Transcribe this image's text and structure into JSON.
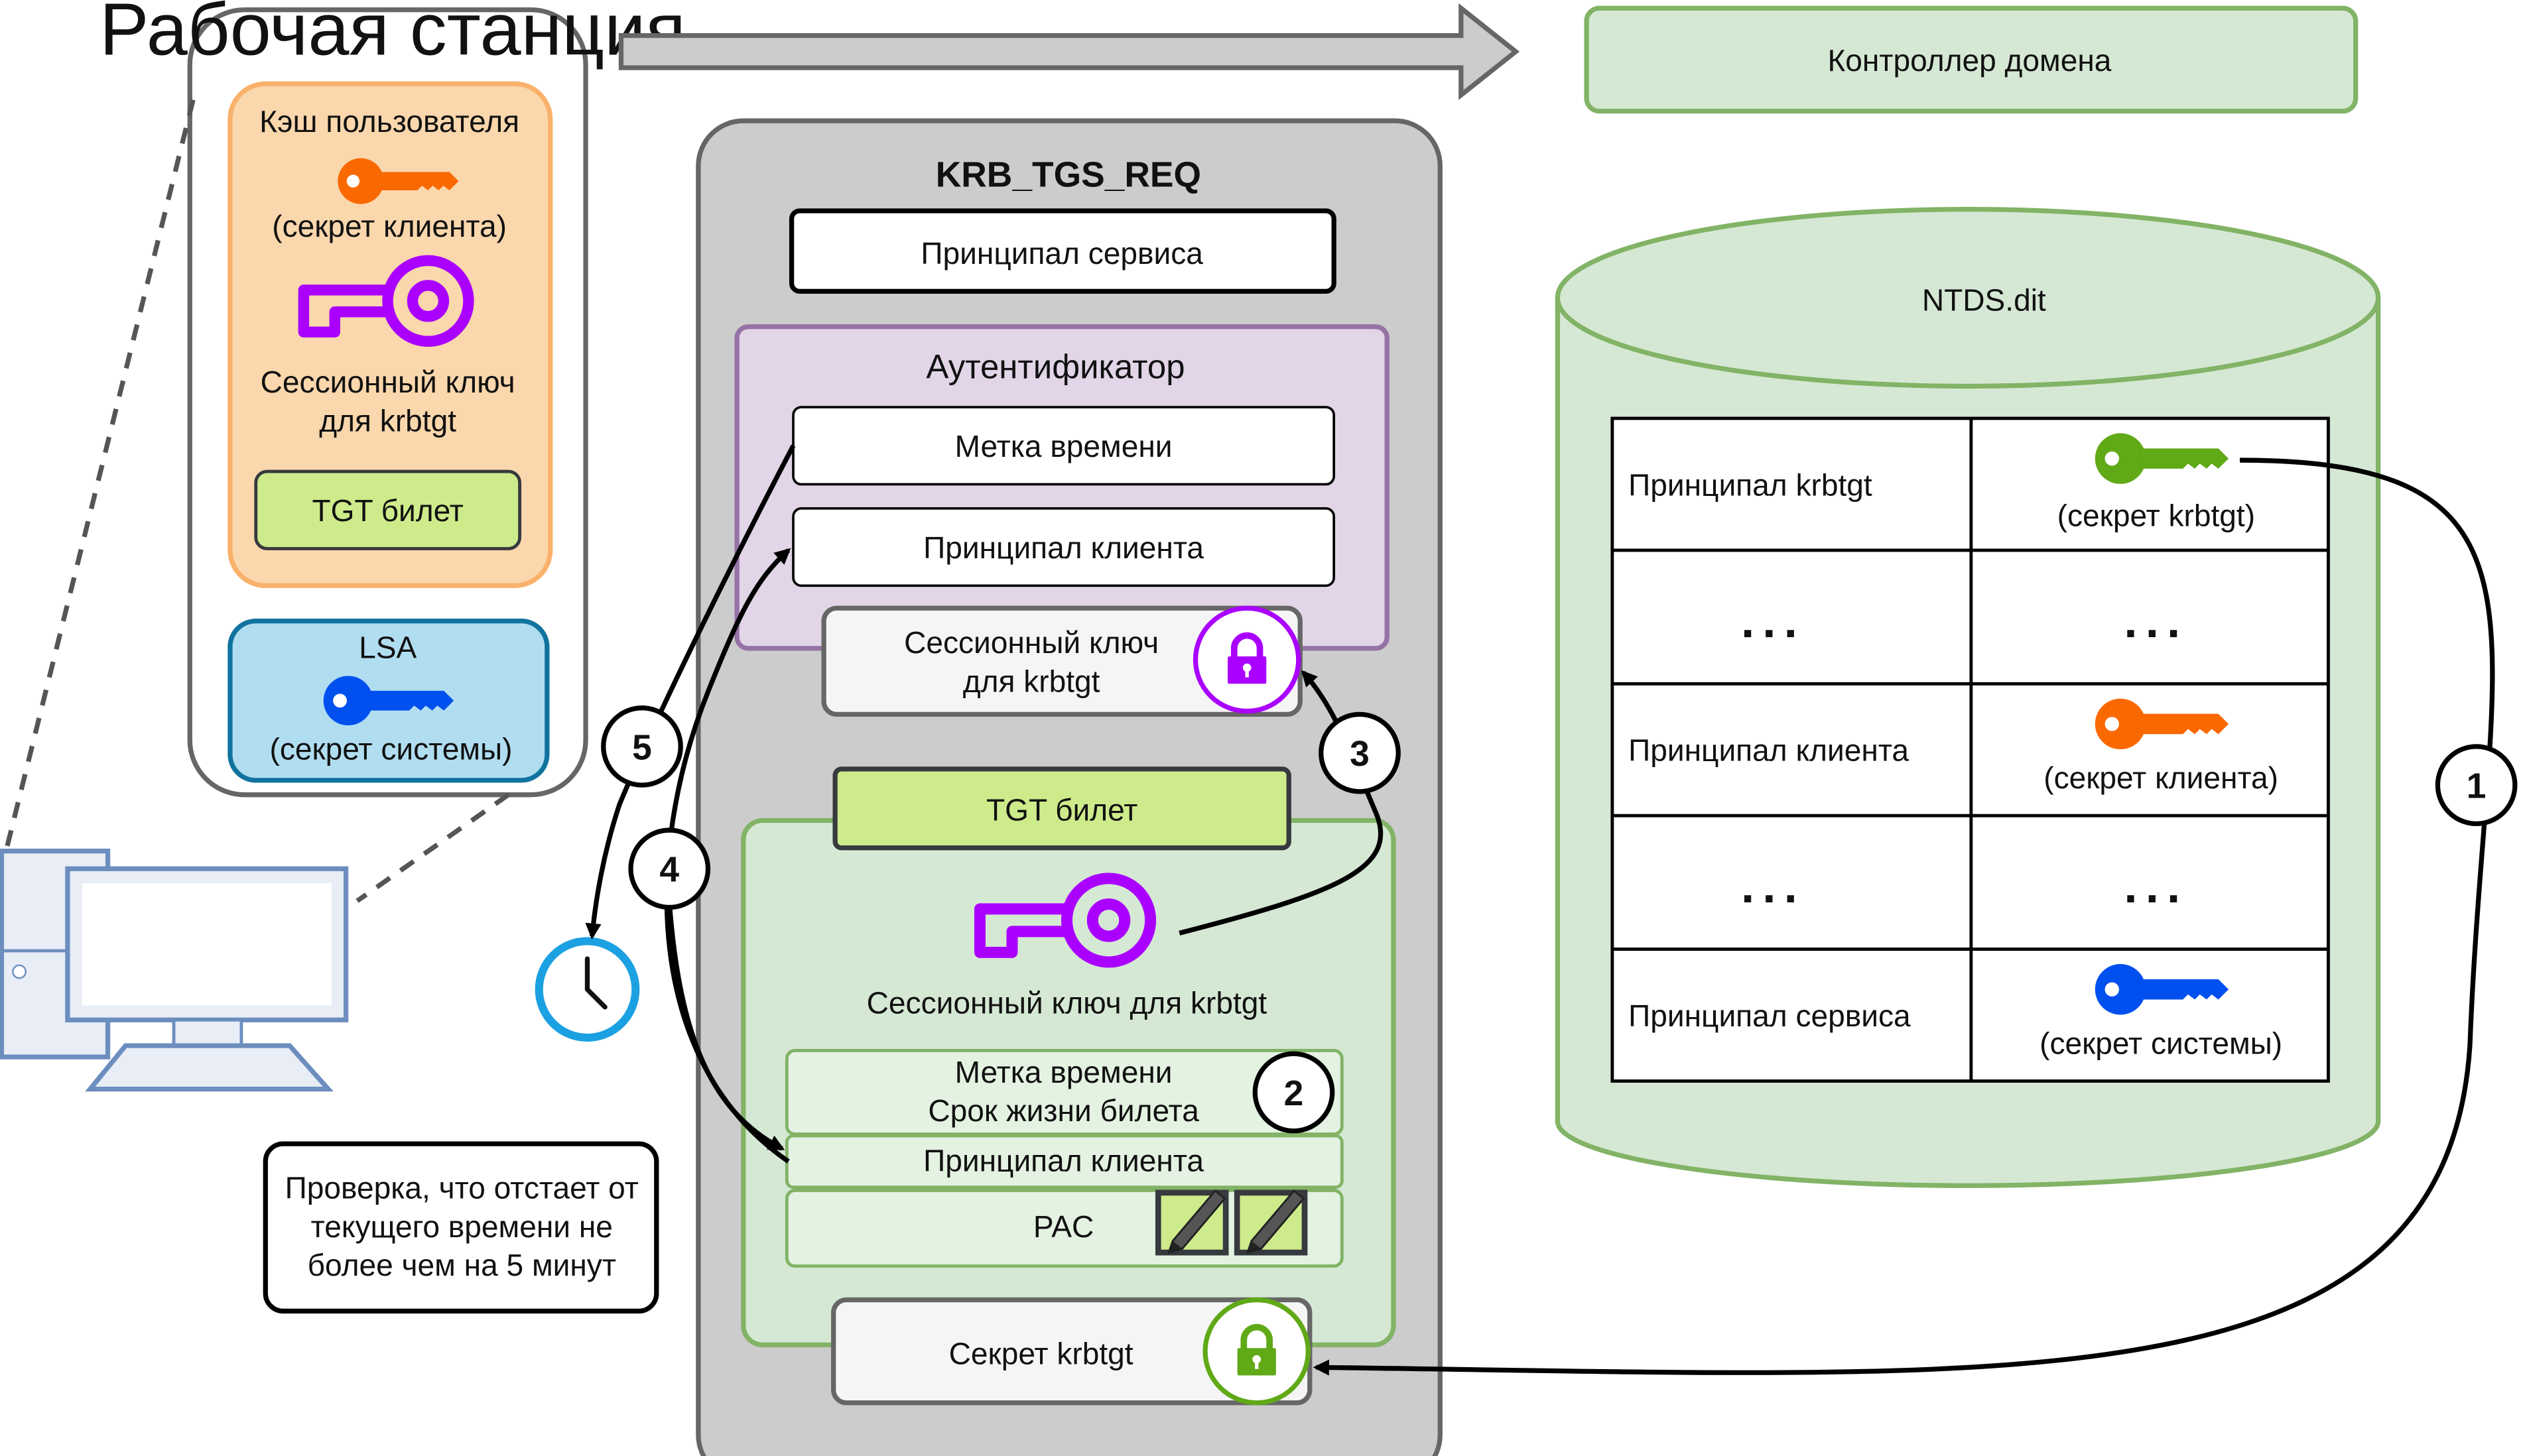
{
  "workstation": {
    "title": "Рабочая станция",
    "user_cache": {
      "title": "Кэш пользователя",
      "client_secret_label": "(секрет клиента)",
      "session_key_label_1": "Сессионный ключ",
      "session_key_label_2": "для krbtgt",
      "tgt_label": "TGT билет"
    },
    "lsa": {
      "title": "LSA",
      "system_secret_label": "(секрет системы)"
    }
  },
  "domain_controller": {
    "label": "Контроллер домена"
  },
  "request": {
    "title": "KRB_TGS_REQ",
    "service_principal": "Принципал сервиса",
    "authenticator": {
      "title": "Аутентификатор",
      "timestamp": "Метка времени",
      "client_principal": "Принципал клиента"
    },
    "session_key_lock_1": "Сессионный ключ",
    "session_key_lock_2": "для krbtgt",
    "tgt": {
      "title": "TGT билет",
      "session_key_label": "Сессионный ключ для krbtgt",
      "timestamp_line_1": "Метка времени",
      "timestamp_line_2": "Срок жизни билета",
      "client_principal": "Принципал клиента",
      "pac": "PAC",
      "krbtgt_secret": "Секрет krbtgt"
    }
  },
  "ntds": {
    "title": "NTDS.dit",
    "rows": [
      {
        "principal": "Принципал krbtgt",
        "secret": "(секрет krbtgt)",
        "key_color": "#60A917"
      },
      {
        "principal": "...",
        "secret": "..."
      },
      {
        "principal": "Принципал клиента",
        "secret": "(секрет клиента)",
        "key_color": "#FA6800"
      },
      {
        "principal": "...",
        "secret": "..."
      },
      {
        "principal": "Принципал сервиса",
        "secret": "(секрет системы)",
        "key_color": "#0050EF"
      }
    ]
  },
  "check_note": {
    "line_1": "Проверка, что отстает от",
    "line_2": "текущего времени не",
    "line_3": "более чем на 5 минут"
  },
  "steps": [
    "1",
    "2",
    "3",
    "4",
    "5"
  ],
  "colors": {
    "user_cache_fill": "#FAD7AC",
    "user_cache_stroke": "#FAB16B",
    "tgt_fill": "#CDEB8B",
    "lsa_fill": "#B1DDF0",
    "lsa_stroke": "#10739E",
    "request_fill": "#CCCCCC",
    "authenticator_fill": "#E1D5E7",
    "authenticator_stroke": "#9673A6",
    "green_fill": "#D5E8D4",
    "green_stroke": "#82B366",
    "purple_key": "#AA00FF",
    "green_key": "#60A917",
    "orange_key": "#FA6800",
    "blue_key": "#0050EF",
    "clock": "#1BA1E2"
  }
}
